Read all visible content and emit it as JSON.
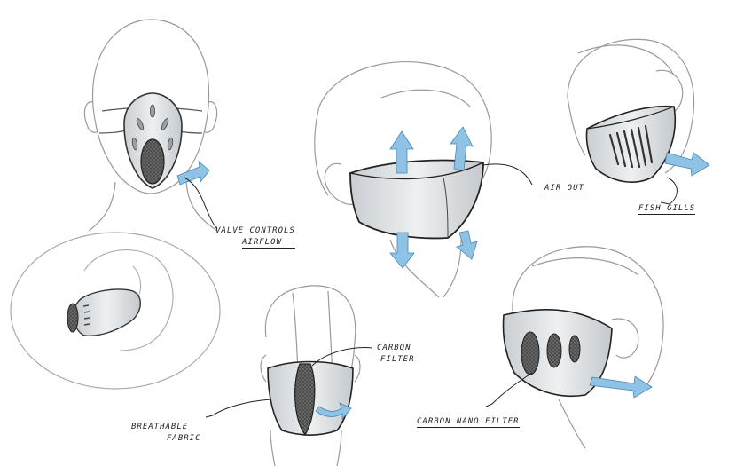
{
  "annotations": {
    "valve": {
      "line1": "VALVE CONTROLS",
      "line2": "AIRFLOW"
    },
    "air_out": "AIR OUT",
    "fish_gills": "FISH GILLS",
    "carbon": {
      "line1": "CARBON",
      "line2": "FILTER"
    },
    "breathable": {
      "line1": "BREATHABLE",
      "line2": "FABRIC"
    },
    "carbon_nano": "CARBON NANO FILTER"
  },
  "colors": {
    "stroke": "#333333",
    "light_stroke": "#9a9a9a",
    "mask_fill": "#d9dde0",
    "arrow": "#8fc3e6",
    "mesh": "#555555"
  }
}
